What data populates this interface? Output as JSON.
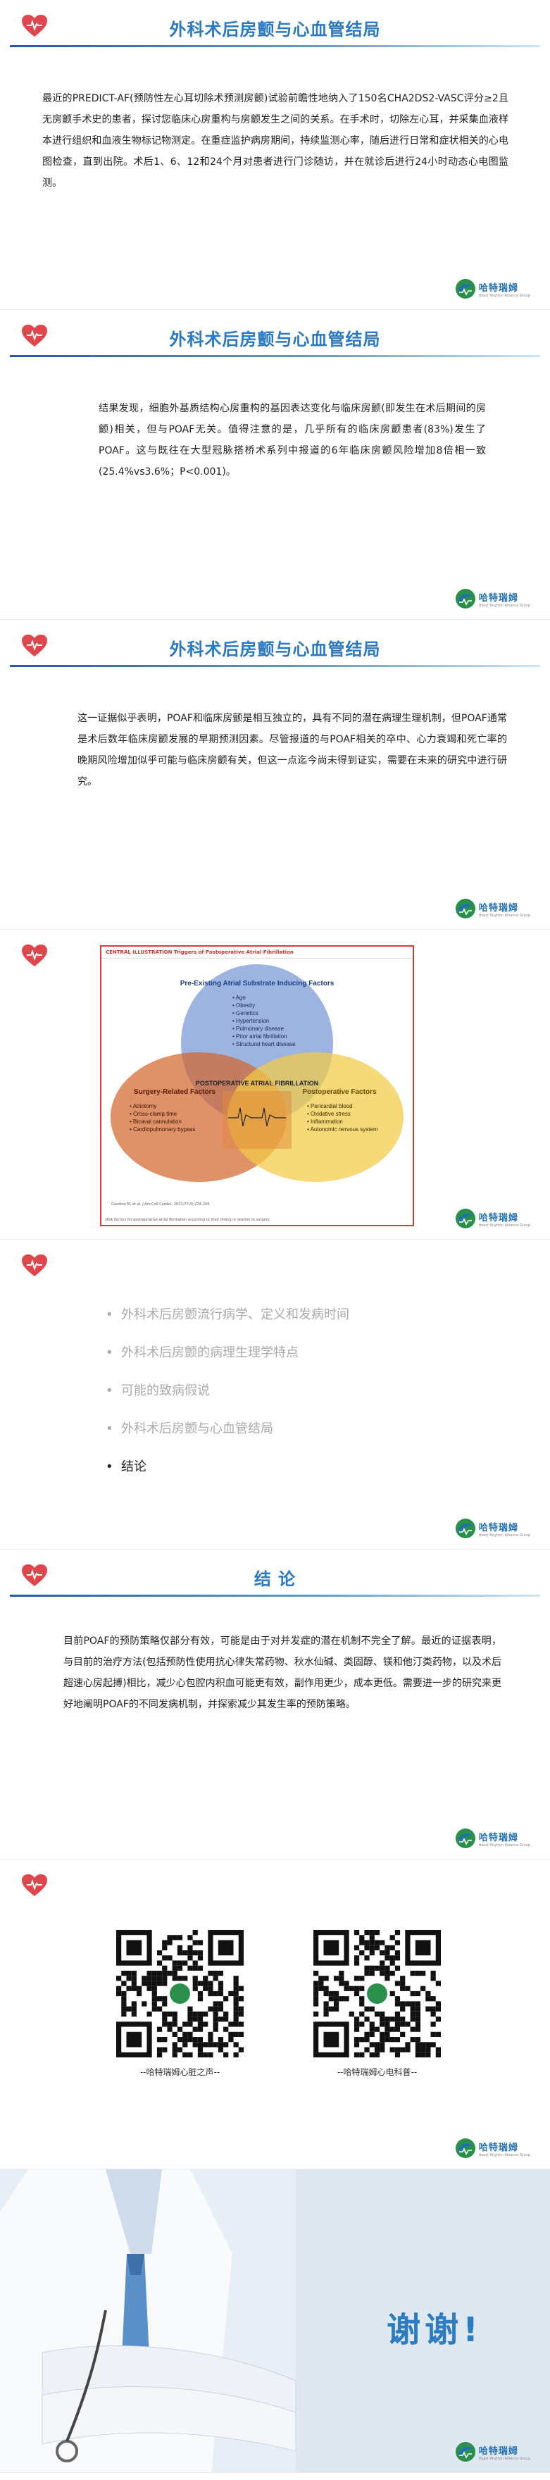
{
  "brand": {
    "name_cn": "哈特瑞姆",
    "name_en": "Heart Rhythm Alliance Group",
    "accent": "#2b79c2",
    "heart_color": "#e0474c"
  },
  "slides": [
    {
      "title": "外科术后房颤与心血管结局",
      "paragraph": "最近的PREDICT-AF(预防性左心耳切除术预测房颤)试验前瞻性地纳入了150名CHA2DS2-VASC评分≥2且无房颤手术史的患者，探讨您临床心房重构与房颤发生之间的关系。在手术时，切除左心耳，并采集血液样本进行组织和血液生物标记物测定。在重症监护病房期间，持续监测心率，随后进行日常和症状相关的心电图检查，直到出院。术后1、6、12和24个月对患者进行门诊随访，并在就诊后进行24小时动态心电图监测。"
    },
    {
      "title": "外科术后房颤与心血管结局",
      "paragraph": "结果发现，细胞外基质结构心房重构的基因表达变化与临床房颤(即发生在术后期间的房颤)相关，但与POAF无关。值得注意的是，几乎所有的临床房颤患者(83%)发生了POAF。这与既往在大型冠脉搭桥术系列中报道的6年临床房颤风险增加8倍相一致(25.4%vs3.6%；P<0.001)。"
    },
    {
      "title": "外科术后房颤与心血管结局",
      "paragraph": "这一证据似乎表明，POAF和临床房颤是相互独立的，具有不同的潜在病理生理机制，但POAF通常是术后数年临床房颤发展的早期预测因素。尽管报道的与POAF相关的卒中、心力衰竭和死亡率的晚期风险增加似乎可能与临床房颤有关，但这一点迄今尚未得到证实，需要在未来的研究中进行研究。"
    }
  ],
  "figure": {
    "header": "CENTRAL ILLUSTRATION Triggers of Postoperative Atrial Fibrillation",
    "top_circle": {
      "title": "Pre-Existing Atrial Substrate Inducing Factors",
      "items": [
        "Age",
        "Obesity",
        "Genetics",
        "Hypertension",
        "Pulmonary disease",
        "Prior atrial fibrillation",
        "Structural heart disease"
      ]
    },
    "left_circle": {
      "title": "Surgery-Related Factors",
      "items": [
        "Atriotomy",
        "Cross-clamp time",
        "Bicaval cannulation",
        "Cardiopulmonary bypass"
      ]
    },
    "right_circle": {
      "title": "Postoperative Factors",
      "items": [
        "Pericardial blood",
        "Oxidative stress",
        "Inflammation",
        "Autonomic nervous system"
      ]
    },
    "center": "POSTOPERATIVE ATRIAL FIBRILLATION",
    "citation": "Gaudino M, et al. J Am Coll Cardiol. 2021;77(3):234-244.",
    "footnote": "Risk factors for postoperative atrial fibrillation according to their timing in relation to surgery."
  },
  "outline": {
    "items": [
      "外科术后房颤流行病学、定义和发病时间",
      "外科术后房颤的病理生理学特点",
      "可能的致病假说",
      "外科术后房颤与心血管结局",
      "结论"
    ],
    "active_index": 4
  },
  "conclusion": {
    "title": "结 论",
    "paragraph": "目前POAF的预防策略仅部分有效，可能是由于对并发症的潜在机制不完全了解。最近的证据表明，与目前的治疗方法(包括预防性使用抗心律失常药物、秋水仙碱、类固醇、镁和他汀类药物，以及术后超速心房起搏)相比，减少心包腔内积血可能更有效，副作用更少，成本更低。需要进一步的研究来更好地阐明POAF的不同发病机制，并探索减少其发生率的预防策略。"
  },
  "qr": [
    {
      "caption": "--哈特瑞姆心脏之声--"
    },
    {
      "caption": "--哈特瑞姆心电科普--"
    }
  ],
  "thanks": {
    "text": "谢谢!"
  }
}
